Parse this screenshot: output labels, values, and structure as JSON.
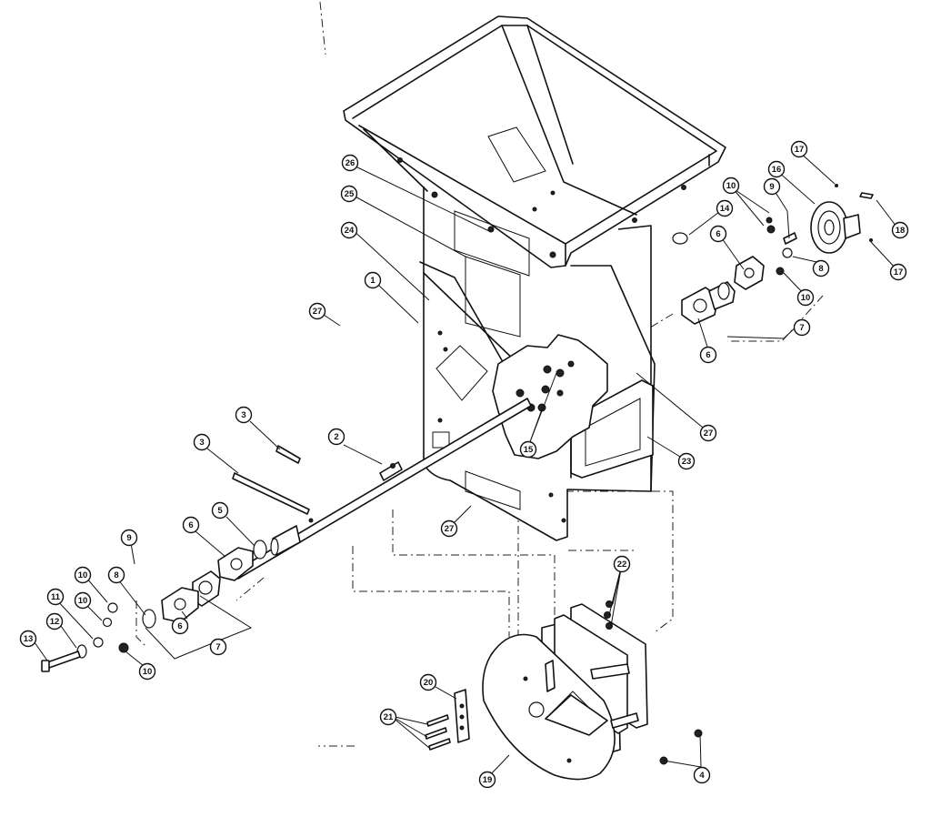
{
  "callouts": [
    {
      "label": "1"
    },
    {
      "label": "2"
    },
    {
      "label": "3"
    },
    {
      "label": "3"
    },
    {
      "label": "4"
    },
    {
      "label": "5"
    },
    {
      "label": "6"
    },
    {
      "label": "6"
    },
    {
      "label": "6"
    },
    {
      "label": "6"
    },
    {
      "label": "7"
    },
    {
      "label": "7"
    },
    {
      "label": "8"
    },
    {
      "label": "8"
    },
    {
      "label": "9"
    },
    {
      "label": "9"
    },
    {
      "label": "10"
    },
    {
      "label": "10"
    },
    {
      "label": "10"
    },
    {
      "label": "10"
    },
    {
      "label": "10"
    },
    {
      "label": "11"
    },
    {
      "label": "12"
    },
    {
      "label": "13"
    },
    {
      "label": "14"
    },
    {
      "label": "15"
    },
    {
      "label": "16"
    },
    {
      "label": "17"
    },
    {
      "label": "17"
    },
    {
      "label": "18"
    },
    {
      "label": "19"
    },
    {
      "label": "20"
    },
    {
      "label": "21"
    },
    {
      "label": "22"
    },
    {
      "label": "23"
    },
    {
      "label": "24"
    },
    {
      "label": "25"
    },
    {
      "label": "26"
    },
    {
      "label": "27"
    },
    {
      "label": "27"
    },
    {
      "label": "27"
    }
  ],
  "colors": {
    "line": "#111111",
    "background": "#ffffff"
  }
}
